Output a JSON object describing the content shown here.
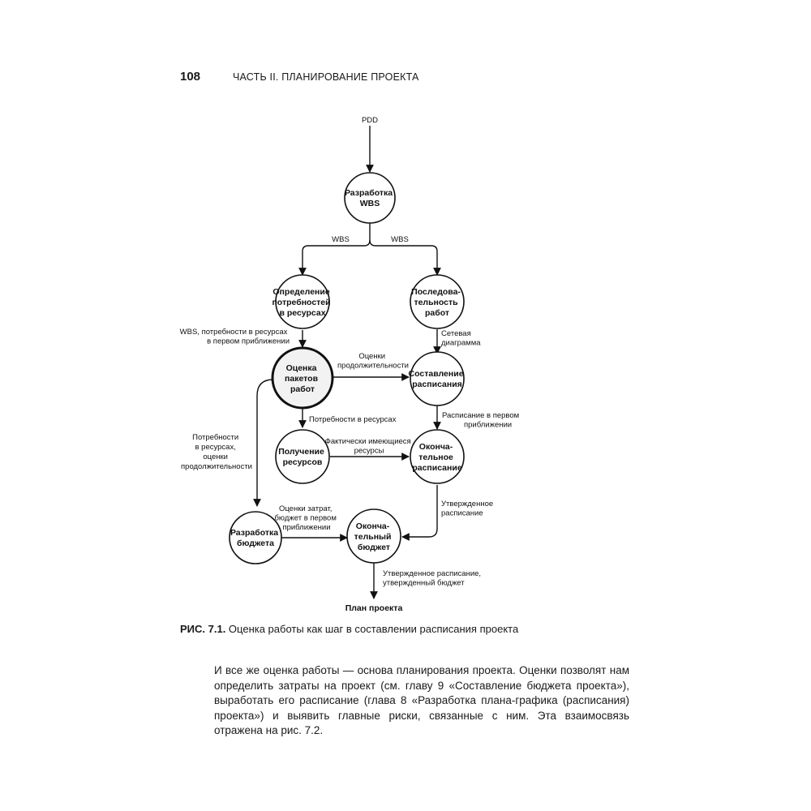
{
  "header": {
    "page_number": "108",
    "running_head": "ЧАСТЬ II. ПЛАНИРОВАНИЕ ПРОЕКТА"
  },
  "diagram": {
    "input_label": "PDD",
    "output_label": "План проекта",
    "nodes": {
      "wbs_dev": [
        "Разработка",
        "WBS"
      ],
      "resource_needs": [
        "Определение",
        "потребностей",
        "в ресурсах"
      ],
      "sequencing": [
        "Последова-",
        "тельность",
        "работ"
      ],
      "estimate": [
        "Оценка",
        "пакетов",
        "работ"
      ],
      "schedule": [
        "Составление",
        "расписания"
      ],
      "acquire": [
        "Получение",
        "ресурсов"
      ],
      "final_schedule": [
        "Оконча-",
        "тельное",
        "расписание"
      ],
      "budget_dev": [
        "Разработка",
        "бюджета"
      ],
      "final_budget": [
        "Оконча-",
        "тельный",
        "бюджет"
      ]
    },
    "edge_labels": {
      "wbs_left": "WBS",
      "wbs_right": "WBS",
      "needs_to_estimate": [
        "WBS, потребности в ресурсах",
        "в первом приближении"
      ],
      "network": [
        "Сетевая",
        "диаграмма"
      ],
      "durations": [
        "Оценки",
        "продолжительности"
      ],
      "resource_needs_out": "Потребности в ресурсах",
      "schedule_out": [
        "Расписание в первом",
        "приближении"
      ],
      "available": [
        "Фактически имеющиеся",
        "ресурсы"
      ],
      "budget_in": [
        "Потребности",
        "в ресурсах,",
        "оценки",
        "продолжительности"
      ],
      "approved_schedule": [
        "Утвержденное",
        "расписание"
      ],
      "cost_estimates": [
        "Оценки затрат,",
        "бюджет в первом",
        "приближении"
      ],
      "final_out": [
        "Утвержденное расписание,",
        "утвержденный бюджет"
      ]
    }
  },
  "caption": {
    "label": "РИС. 7.1.",
    "text": " Оценка работы как шаг в составлении расписания проекта"
  },
  "body": {
    "paragraph": "И все же оценка работы — основа планирования проекта. Оценки позволят нам определить затраты на проект (см. главу 9 «Составление бюджета проекта»), выработать его расписание (глава 8 «Разработка плана-графика (расписания) проекта») и выявить главные риски, связанные с ним. Эта взаимосвязь отражена на рис. 7.2."
  }
}
